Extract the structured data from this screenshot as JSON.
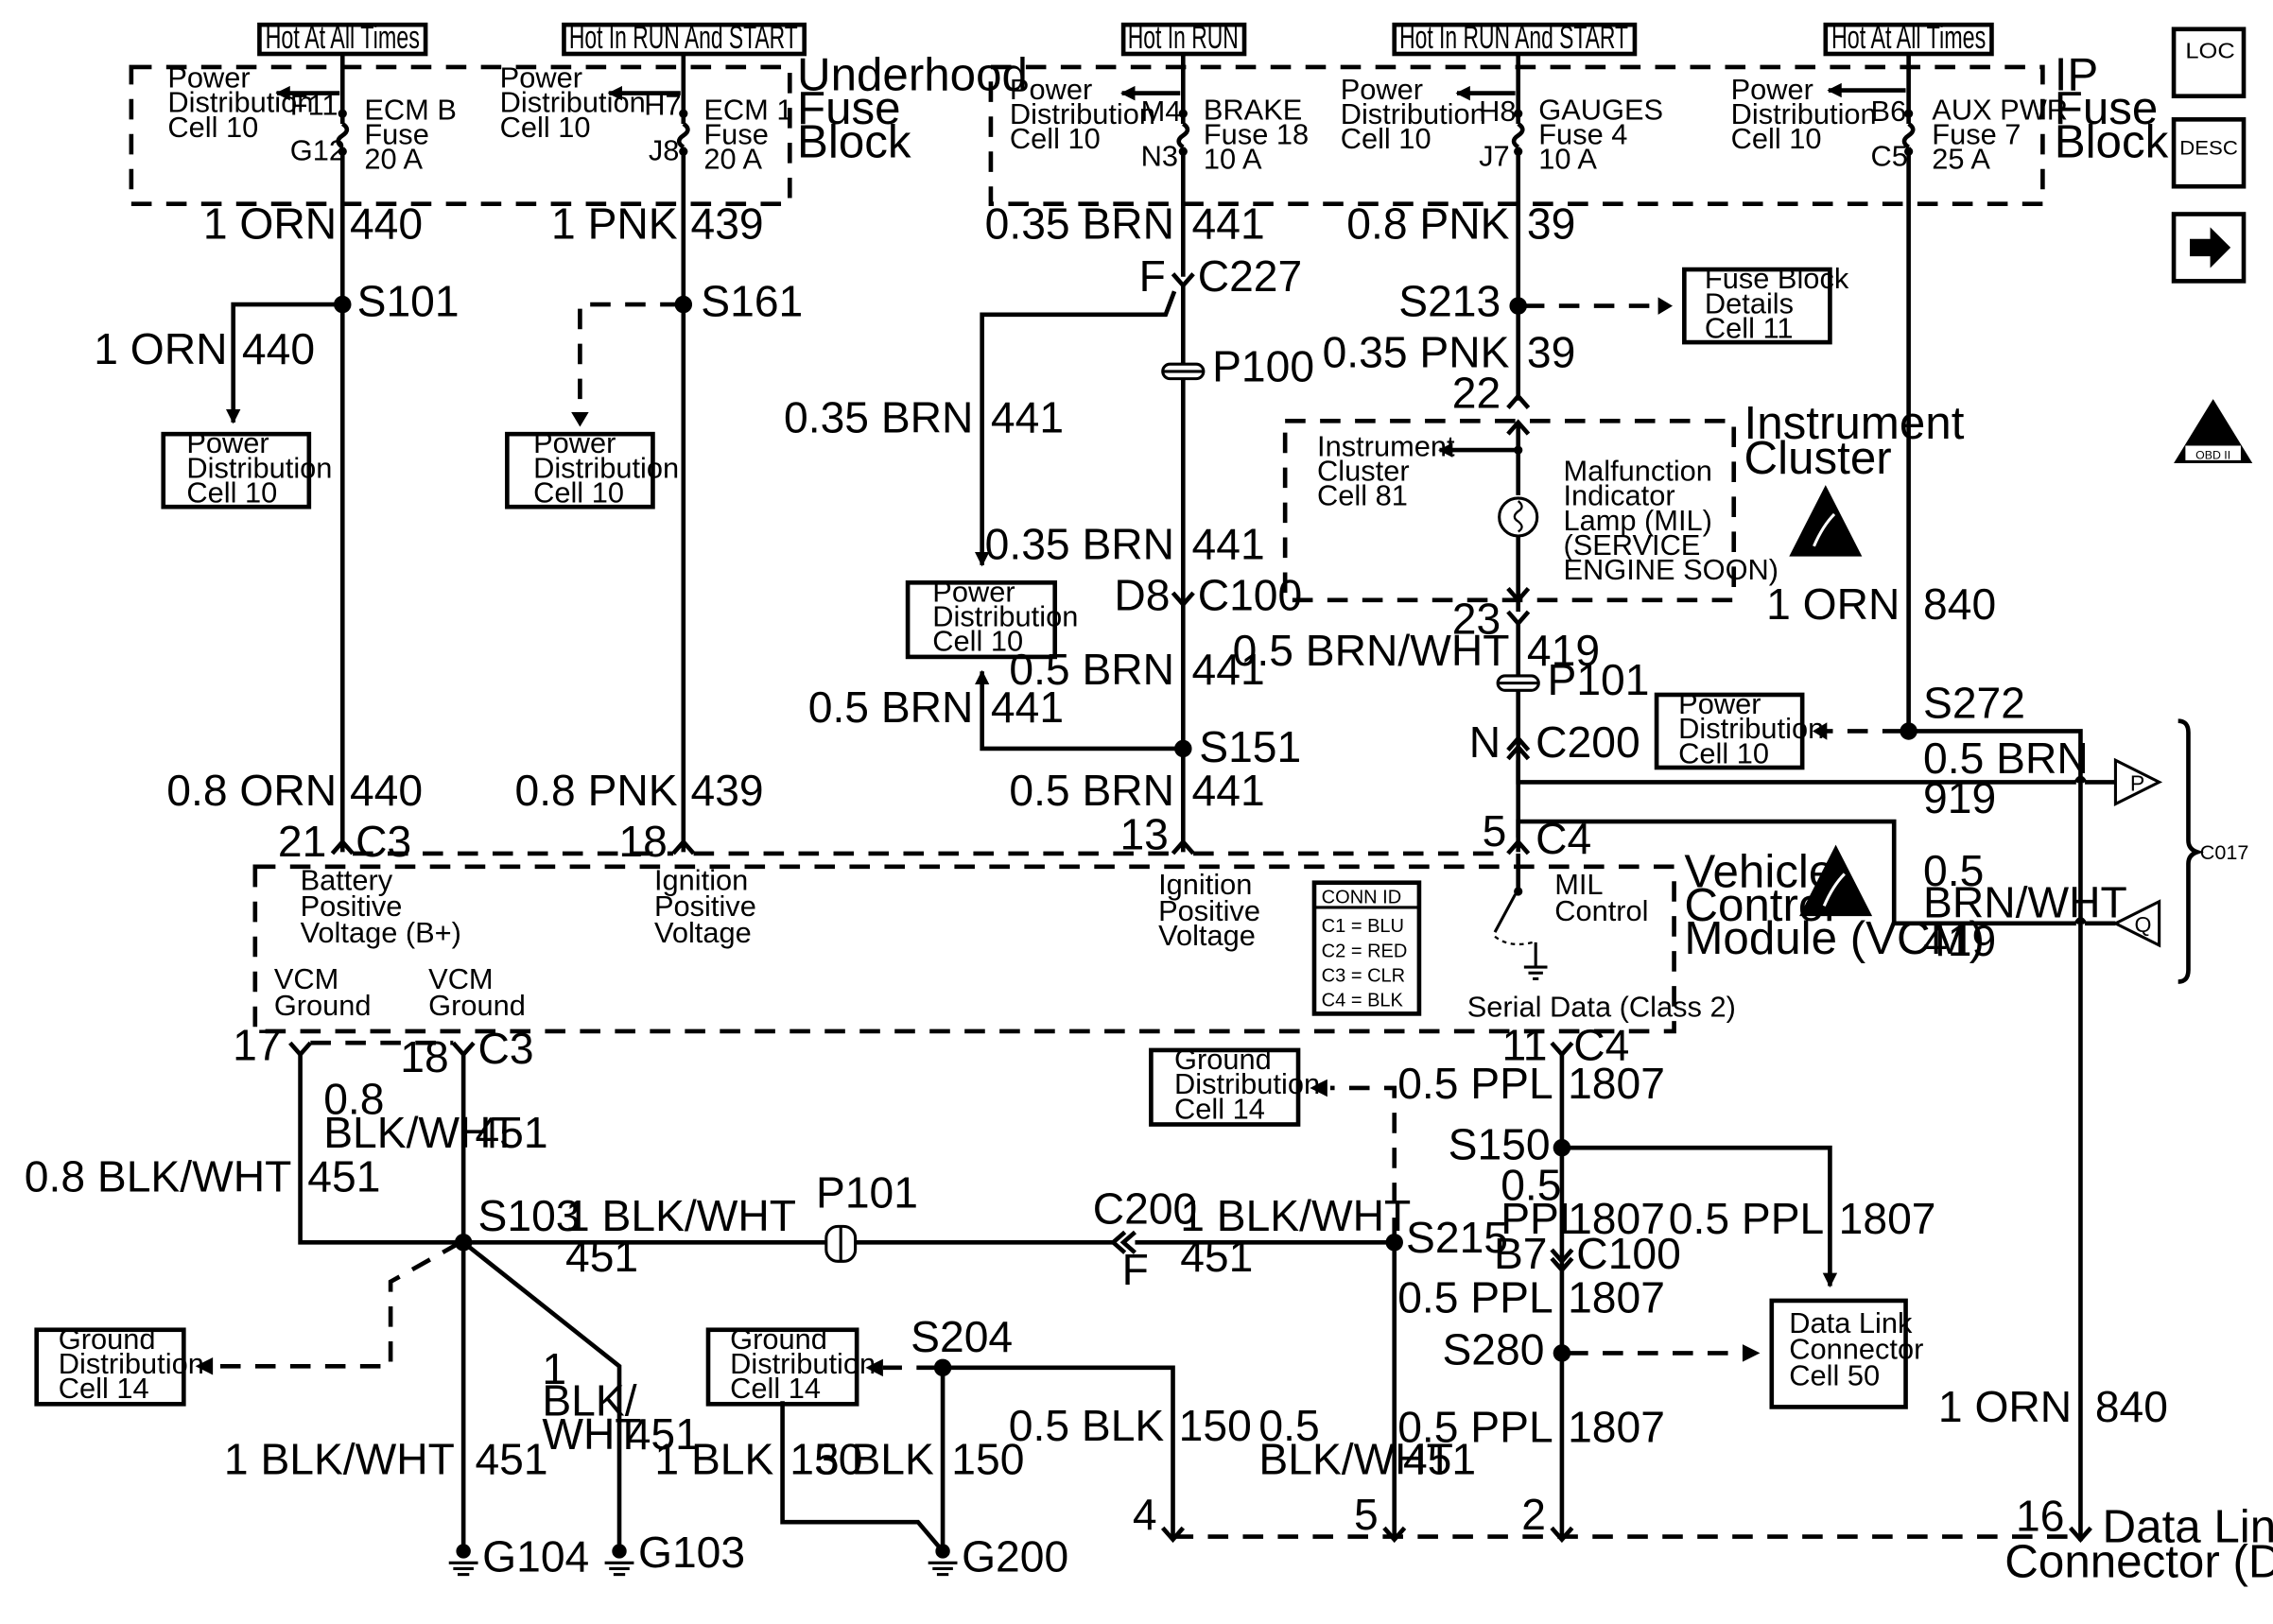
{
  "hot_labels": {
    "h1": "Hot At All Times",
    "h2": "Hot In RUN And START",
    "h3": "Hot In RUN",
    "h4": "Hot In RUN And START",
    "h5": "Hot At All Times"
  },
  "underhood": {
    "title": [
      "Underhood",
      "Fuse",
      "Block"
    ],
    "pd1": [
      "Power",
      "Distribution",
      "Cell 10"
    ],
    "pd2": [
      "Power",
      "Distribution",
      "Cell 10"
    ],
    "fuse1": {
      "top": "F11",
      "bottom": "G12",
      "name": [
        "ECM B",
        "Fuse",
        "20 A"
      ]
    },
    "fuse2": {
      "top": "H7",
      "bottom": "J8",
      "name": [
        "ECM 1",
        "Fuse",
        "20 A"
      ]
    }
  },
  "ip": {
    "title": [
      "IP",
      "Fuse",
      "Block"
    ],
    "pd1": [
      "Power",
      "Distribution",
      "Cell 10"
    ],
    "pd2": [
      "Power",
      "Distribution",
      "Cell 10"
    ],
    "pd3": [
      "Power",
      "Distribution",
      "Cell 10"
    ],
    "fuse1": {
      "top": "M4",
      "bottom": "N3",
      "name": [
        "BRAKE",
        "Fuse 18",
        "10 A"
      ]
    },
    "fuse2": {
      "top": "H8",
      "bottom": "J7",
      "name": [
        "GAUGES",
        "Fuse 4",
        "10 A"
      ]
    },
    "fuse3": {
      "top": "B6",
      "bottom": "C5",
      "name": [
        "AUX PWR",
        "Fuse 7",
        "25 A"
      ]
    }
  },
  "side_icons": {
    "loc": "LOC",
    "desc": "DESC",
    "obd": "OBD II"
  },
  "boxes": {
    "pd_s101": [
      "Power",
      "Distribution",
      "Cell 10"
    ],
    "pd_s161": [
      "Power",
      "Distribution",
      "Cell 10"
    ],
    "pd_c227": [
      "Power",
      "Distribution",
      "Cell 10"
    ],
    "pd_s272": [
      "Power",
      "Distribution",
      "Cell 10"
    ],
    "fuse_details": [
      "Fuse Block",
      "Details",
      "Cell 11"
    ],
    "gd_s215": [
      "Ground",
      "Distribution",
      "Cell 14"
    ],
    "gd_s103": [
      "Ground",
      "Distribution",
      "Cell 14"
    ],
    "gd_s204": [
      "Ground",
      "Distribution",
      "Cell 14"
    ],
    "dlc_box": [
      "Data Link",
      "Connector",
      "Cell 50"
    ]
  },
  "instrument_cluster": {
    "title": [
      "Instrument",
      "Cluster"
    ],
    "ref": [
      "Instrument",
      "Cluster",
      "Cell 81"
    ],
    "mil": [
      "Malfunction",
      "Indicator",
      "Lamp (MIL)",
      "(SERVICE",
      "ENGINE SOON)"
    ]
  },
  "vcm": {
    "title": [
      "Vehicle",
      "Control",
      "Module (VCM)"
    ],
    "battery": [
      "Battery",
      "Positive",
      "Voltage (B+)"
    ],
    "ign1": [
      "Ignition",
      "Positive",
      "Voltage"
    ],
    "ign2": [
      "Ignition",
      "Positive",
      "Voltage"
    ],
    "ground1": [
      "VCM",
      "Ground"
    ],
    "ground2": [
      "VCM",
      "Ground"
    ],
    "mil_control": [
      "MIL",
      "Control"
    ],
    "serial": "Serial Data (Class 2)",
    "conn_id": [
      "CONN ID",
      "C1 = BLU",
      "C2 = RED",
      "C3 = CLR",
      "C4 = BLK"
    ]
  },
  "wires": {
    "w440a": "1 ORN",
    "n440a": "440",
    "w439a": "1 PNK",
    "n439a": "439",
    "w441a": "0.35 BRN",
    "n441a": "441",
    "w39a": "0.8 PNK",
    "n39a": "39",
    "w440b": "1 ORN",
    "n440b": "440",
    "w39b": "0.35 PNK",
    "n39b": "39",
    "w441b": "0.35 BRN",
    "n441b": "441",
    "w441c": "0.35 BRN",
    "n441c": "441",
    "w441d": "0.5 BRN",
    "n441d": "441",
    "w441e": "0.5 BRN",
    "n441e": "441",
    "w441f": "0.5 BRN",
    "n441f": "441",
    "w419a": "0.5 BRN/WHT",
    "n419a": "419",
    "w840a": "1 ORN",
    "n840a": "840",
    "w919": "0.5 BRN",
    "n919": "919",
    "w440c": "0.8 ORN",
    "n440c": "440",
    "w439b": "0.8 PNK",
    "n439b": "439",
    "w419b1": "0.5",
    "w419b2": "BRN/WHT",
    "n419b": "419",
    "w1807a": "0.5 PPL",
    "n1807a": "1807",
    "w1807b1": "0.5",
    "w1807b2": "PPL",
    "n1807b": "1807",
    "w1807c": "0.5 PPL",
    "n1807c": "1807",
    "w1807d": "0.5 PPL",
    "n1807d": "1807",
    "w1807e": "0.5 PPL",
    "n1807e": "1807",
    "w451a1": "0.8",
    "w451a2": "BLK/WHT",
    "n451a": "451",
    "w451b": "0.8 BLK/WHT",
    "n451b": "451",
    "w451c": "1 BLK/WHT",
    "n451c": "451",
    "w451d": "1 BLK/WHT",
    "n451d": "451",
    "w451e": "1 BLK/WHT",
    "n451e": "451",
    "w451f1": "1",
    "w451f2": "BLK/",
    "w451f3": "WHT",
    "n451f": "451",
    "w451g1": "0.5",
    "w451g2": "BLK/WHT",
    "n451g": "451",
    "w150a": "1 BLK",
    "n150a": "150",
    "w150b": "3 BLK",
    "n150b": "150",
    "w150c": "0.5 BLK",
    "n150c": "150",
    "w840b": "1 ORN",
    "n840b": "840"
  },
  "splices": {
    "s101": "S101",
    "s161": "S161",
    "s213": "S213",
    "s151": "S151",
    "s272": "S272",
    "s103": "S103",
    "s215": "S215",
    "s204": "S204",
    "s150": "S150",
    "s280": "S280"
  },
  "connectors": {
    "c227_pin": "F",
    "c227": "C227",
    "p100": "P100",
    "c100a_pin": "D8",
    "c100a": "C100",
    "c22": "22",
    "c23": "23",
    "p101a": "P101",
    "c200a_pin": "N",
    "c200a": "C200",
    "c3_21": "21",
    "c3a": "C3",
    "c3_18": "18",
    "c4_13": "13",
    "c4_5": "5",
    "c4a": "C4",
    "c3_17": "17",
    "c3_18b": "18",
    "c3b": "C3",
    "c4_11": "11",
    "c4b": "C4",
    "p101b": "P101",
    "c200b": "C200",
    "c200b_pin": "F",
    "c100b_pin": "B7",
    "c100b": "C100",
    "dlc4": "4",
    "dlc5": "5",
    "dlc2": "2",
    "dlc16": "16",
    "c017": "C017",
    "p": "P",
    "q": "Q"
  },
  "grounds": {
    "g104": "G104",
    "g103": "G103",
    "g200": "G200"
  },
  "dlc": [
    "Data Link",
    "Connector (DLC)"
  ]
}
